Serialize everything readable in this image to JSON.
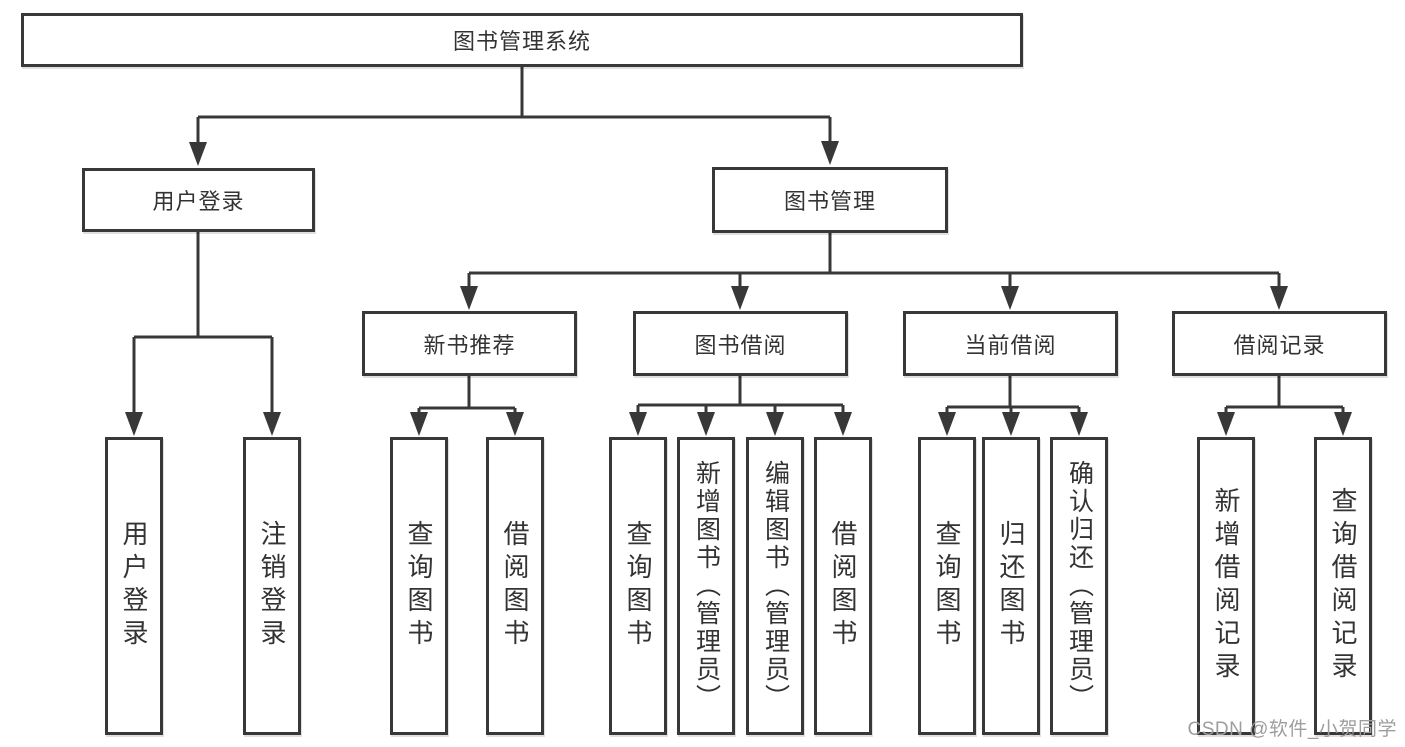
{
  "tree": {
    "label": "图书管理系统",
    "children": [
      {
        "label": "用户登录",
        "children": [
          {
            "label": "用户登录"
          },
          {
            "label": "注销登录"
          }
        ]
      },
      {
        "label": "图书管理",
        "children": [
          {
            "label": "新书推荐",
            "children": [
              {
                "label": "查询图书"
              },
              {
                "label": "借阅图书"
              }
            ]
          },
          {
            "label": "图书借阅",
            "children": [
              {
                "label": "查询图书"
              },
              {
                "label": "新增图书（管理员）"
              },
              {
                "label": "编辑图书（管理员）"
              },
              {
                "label": "借阅图书"
              }
            ]
          },
          {
            "label": "当前借阅",
            "children": [
              {
                "label": "查询图书"
              },
              {
                "label": "归还图书"
              },
              {
                "label": "确认归还（管理员）"
              }
            ]
          },
          {
            "label": "借阅记录",
            "children": [
              {
                "label": "新增借阅记录"
              },
              {
                "label": "查询借阅记录"
              }
            ]
          }
        ]
      }
    ]
  },
  "watermark": {
    "text": "CSDN @软件_小贺同学"
  },
  "colors": {
    "line": "#383838",
    "box_border": "#383838",
    "text": "#333333",
    "background": "#ffffff",
    "watermark_gray": "#9e9e9e"
  }
}
